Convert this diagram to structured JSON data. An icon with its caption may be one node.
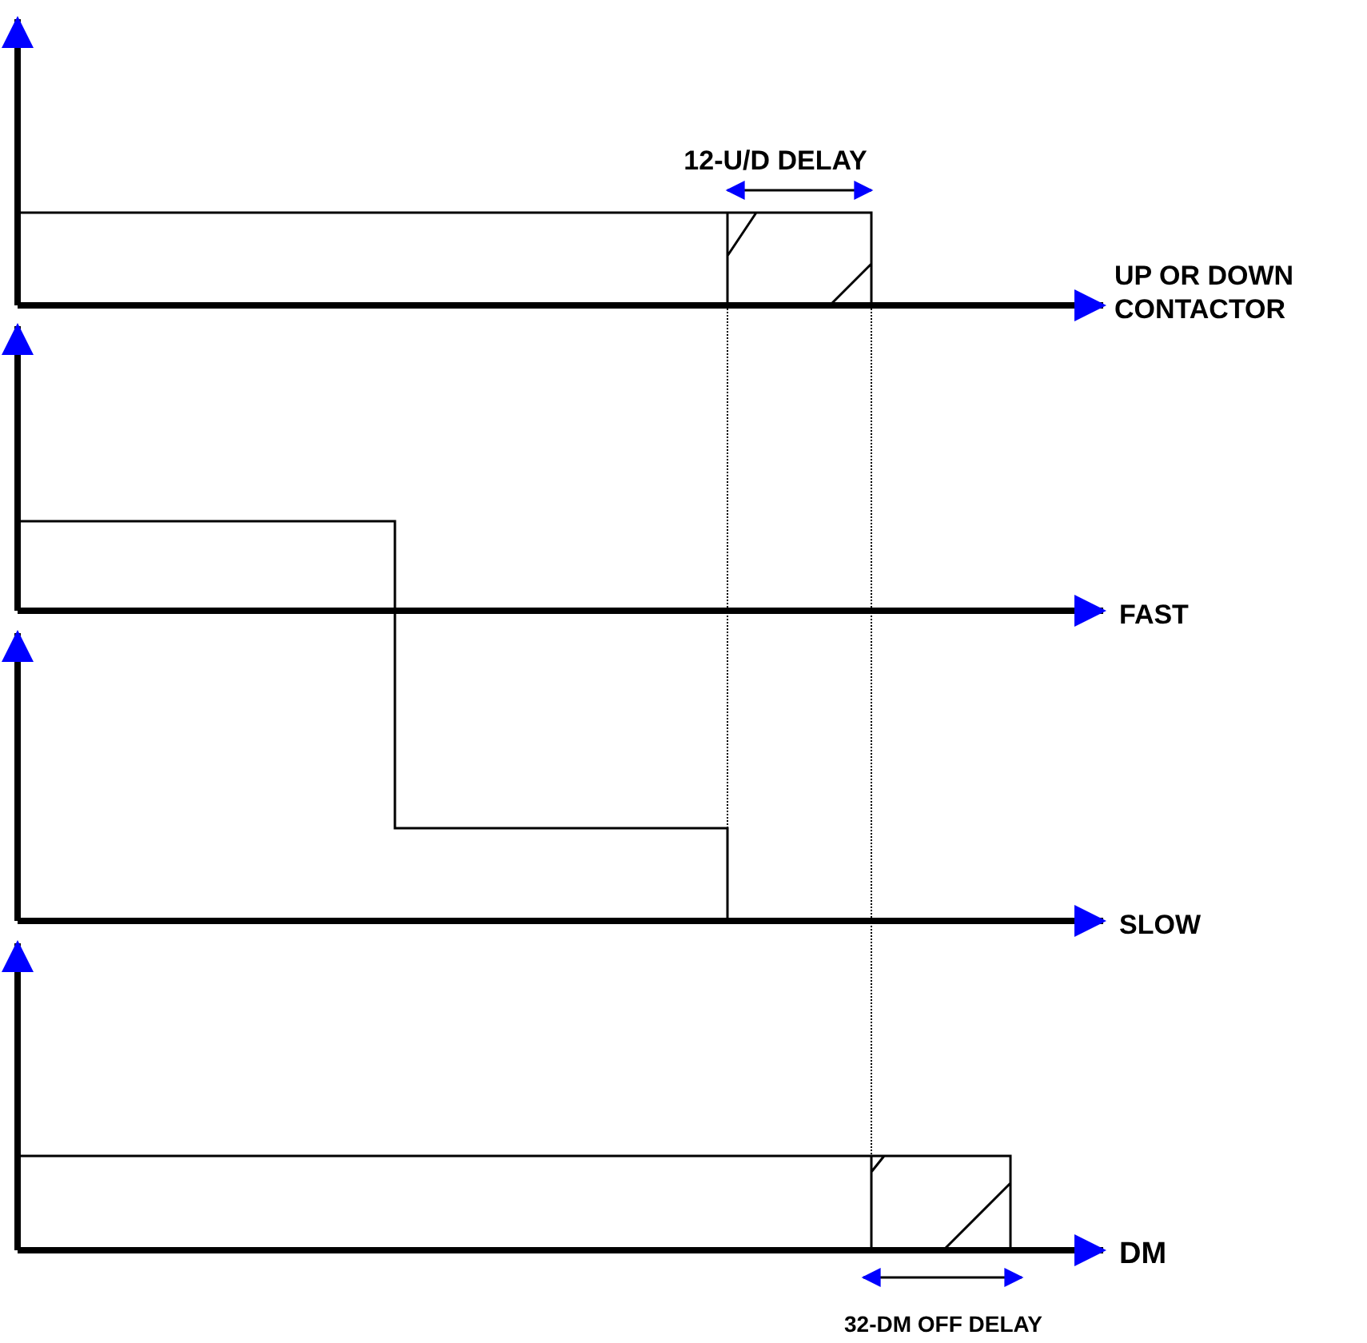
{
  "diagram": {
    "labels": [
      "12-U/D DELAY",
      "UP OR DOWN CONTACTOR",
      "FAST",
      "SLOW",
      "DM",
      "32-DM OFF DELAY"
    ]
  }
}
